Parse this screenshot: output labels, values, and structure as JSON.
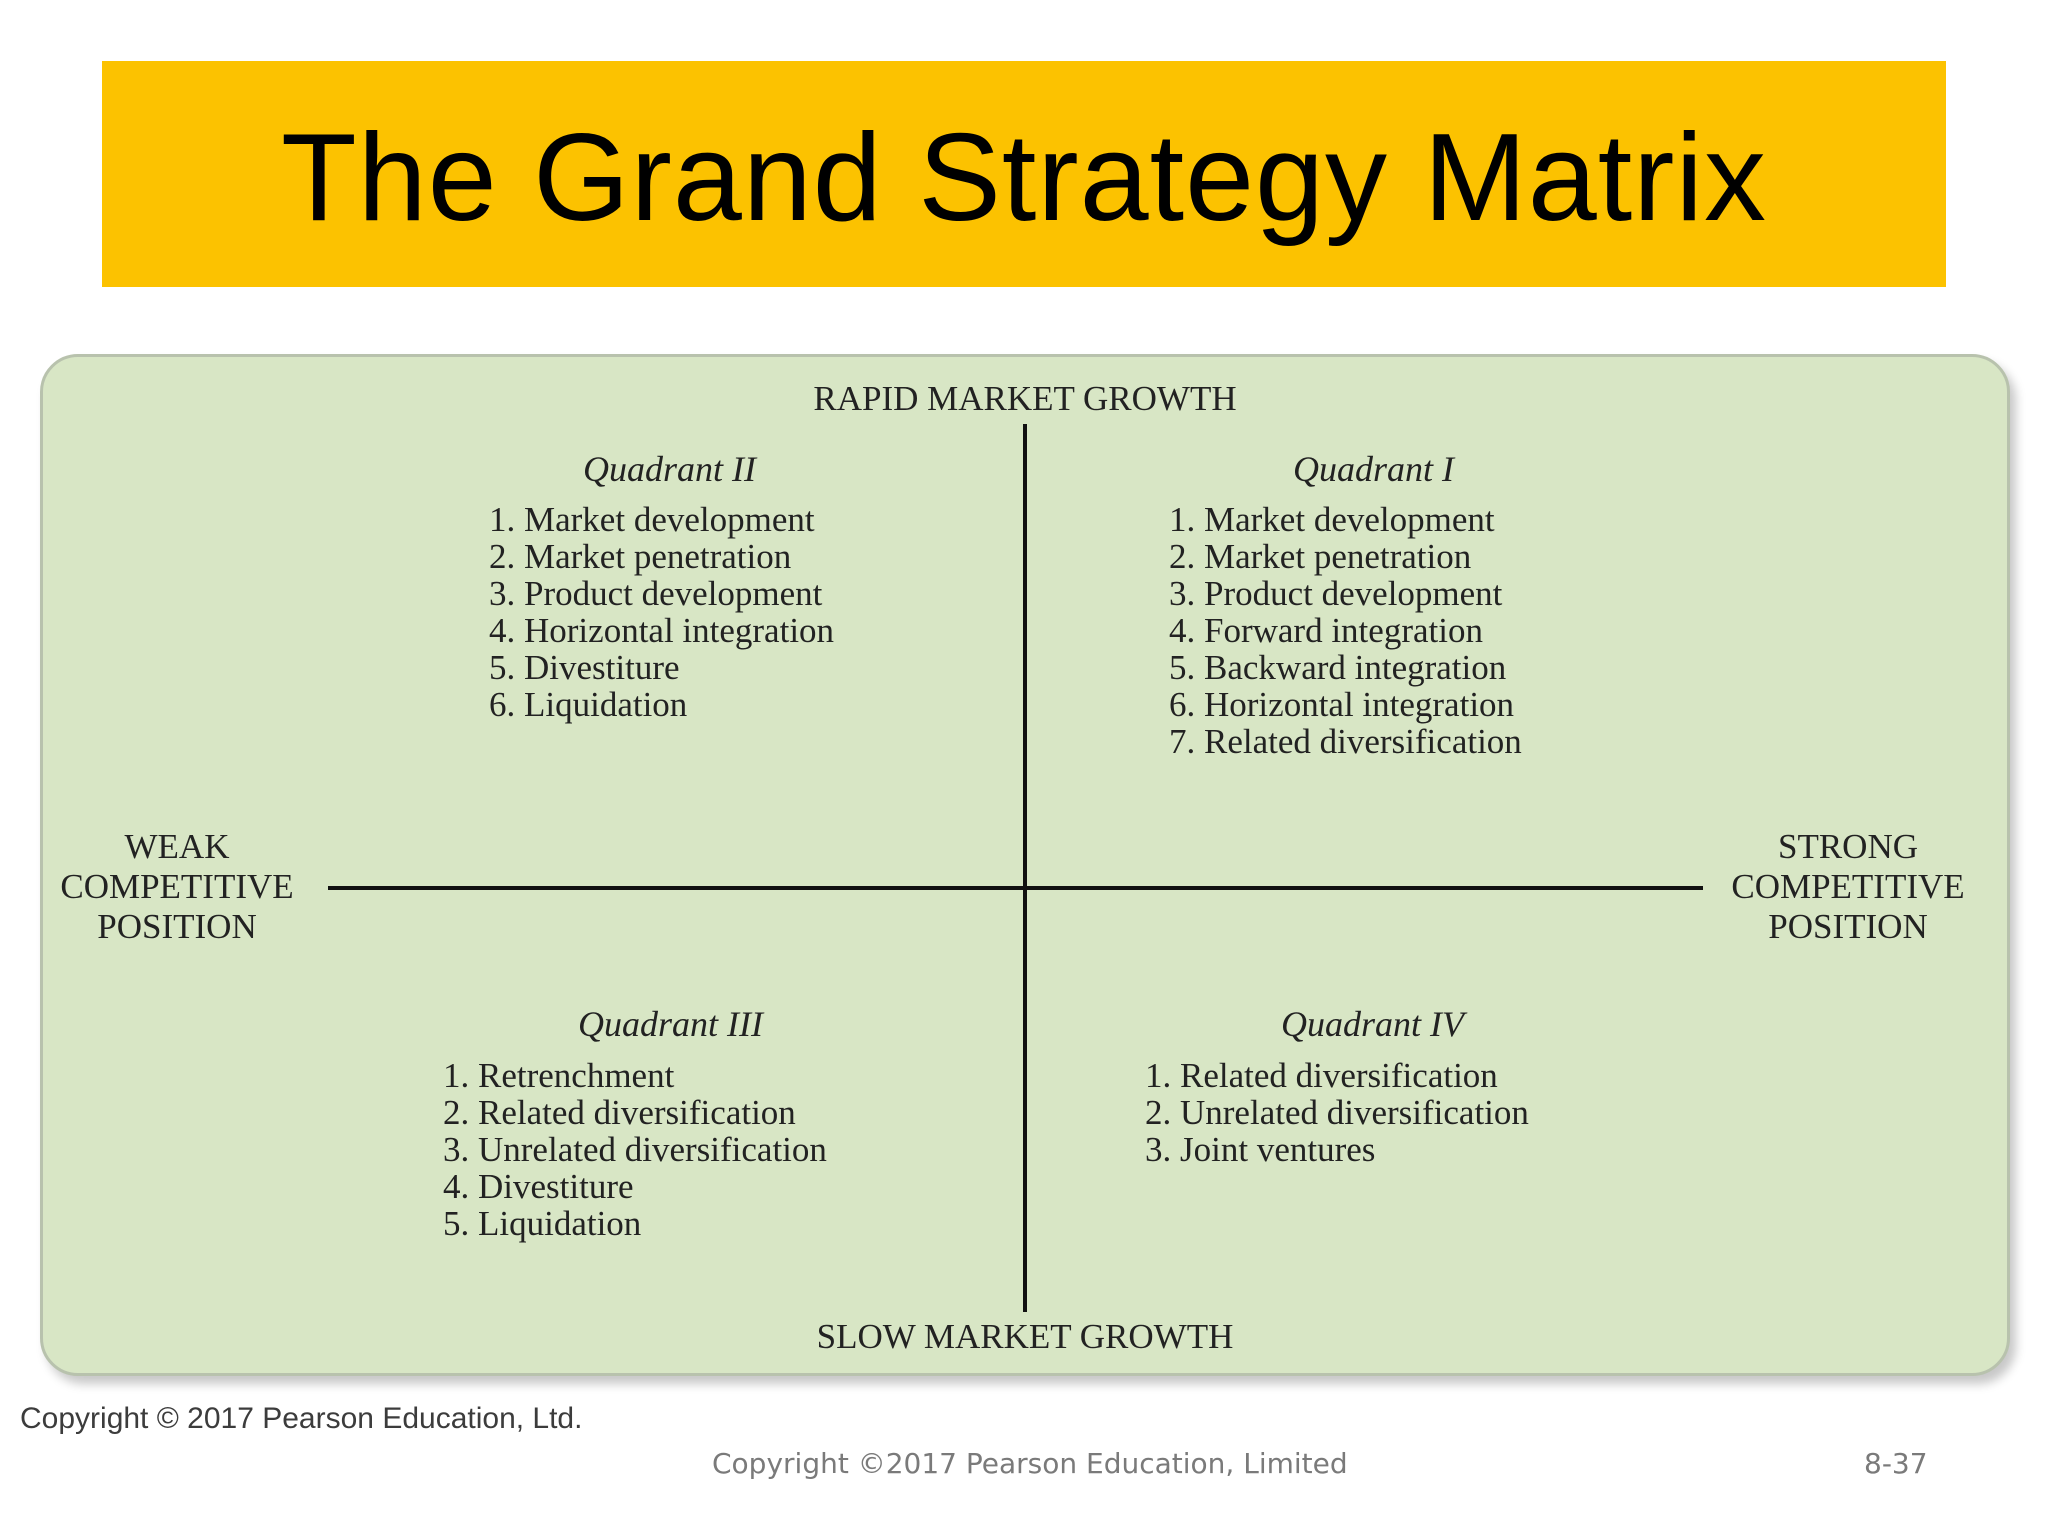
{
  "title": "The Grand Strategy Matrix",
  "matrix": {
    "top_label": "RAPID MARKET GROWTH",
    "bottom_label": "SLOW MARKET GROWTH",
    "left_label": [
      "WEAK",
      "COMPETITIVE",
      "POSITION"
    ],
    "right_label": [
      "STRONG",
      "COMPETITIVE",
      "POSITION"
    ],
    "quadrants": [
      {
        "title": "Quadrant II",
        "items": [
          "1. Market development",
          "2. Market penetration",
          "3. Product development",
          "4. Horizontal integration",
          "5. Divestiture",
          "6. Liquidation"
        ]
      },
      {
        "title": "Quadrant I",
        "items": [
          "1. Market development",
          "2. Market penetration",
          "3. Product development",
          "4. Forward integration",
          "5. Backward integration",
          "6. Horizontal integration",
          "7. Related diversification"
        ]
      },
      {
        "title": "Quadrant III",
        "items": [
          "1. Retrenchment",
          "2. Related diversification",
          "3. Unrelated diversification",
          "4. Divestiture",
          "5. Liquidation"
        ]
      },
      {
        "title": "Quadrant IV",
        "items": [
          "1. Related diversification",
          "2. Unrelated diversification",
          "3. Joint ventures"
        ]
      }
    ]
  },
  "image_copyright": "Copyright © 2017 Pearson Education, Ltd.",
  "footer": {
    "copyright": "Copyright ©2017 Pearson Education, Limited",
    "slide_number": "8-37"
  },
  "colors": {
    "title_bar": "#fcc200",
    "matrix_background": "#d8e6c5",
    "axis": "#111111"
  }
}
